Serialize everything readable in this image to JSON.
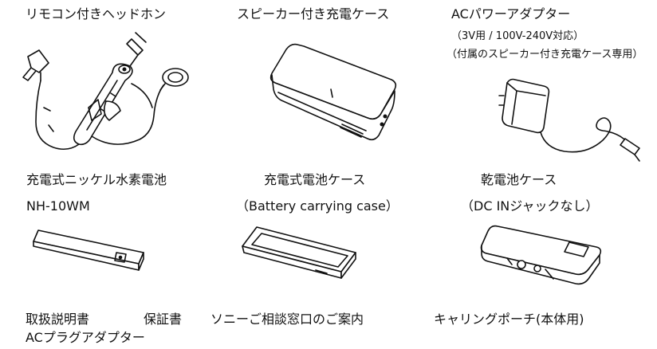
{
  "items": {
    "headphones": {
      "title": "リモコン付きヘッドホン"
    },
    "speaker_case": {
      "title": "スピーカー付き充電ケース"
    },
    "ac_adaptor": {
      "title": "ACパワーアダプター",
      "note1": "（3V用 / 100V-240V対応）",
      "note2": "（付属のスピーカー付き充電ケース専用）"
    },
    "battery": {
      "title": "充電式ニッケル水素電池",
      "model": "NH-10WM"
    },
    "battery_case": {
      "title": "充電式電池ケース",
      "subtitle": "（Battery carrying case）"
    },
    "dry_battery_case": {
      "title": "乾電池ケース",
      "subtitle": "（DC INジャックなし）"
    },
    "manual": {
      "title": "取扱説明書"
    },
    "warranty": {
      "title": "保証書"
    },
    "sony_contact": {
      "title": "ソニーご相談窓口のご案内"
    },
    "pouch": {
      "title": "キャリングポーチ(本体用)"
    },
    "ac_plug_adaptor": {
      "title": "ACプラグアダプター"
    }
  }
}
